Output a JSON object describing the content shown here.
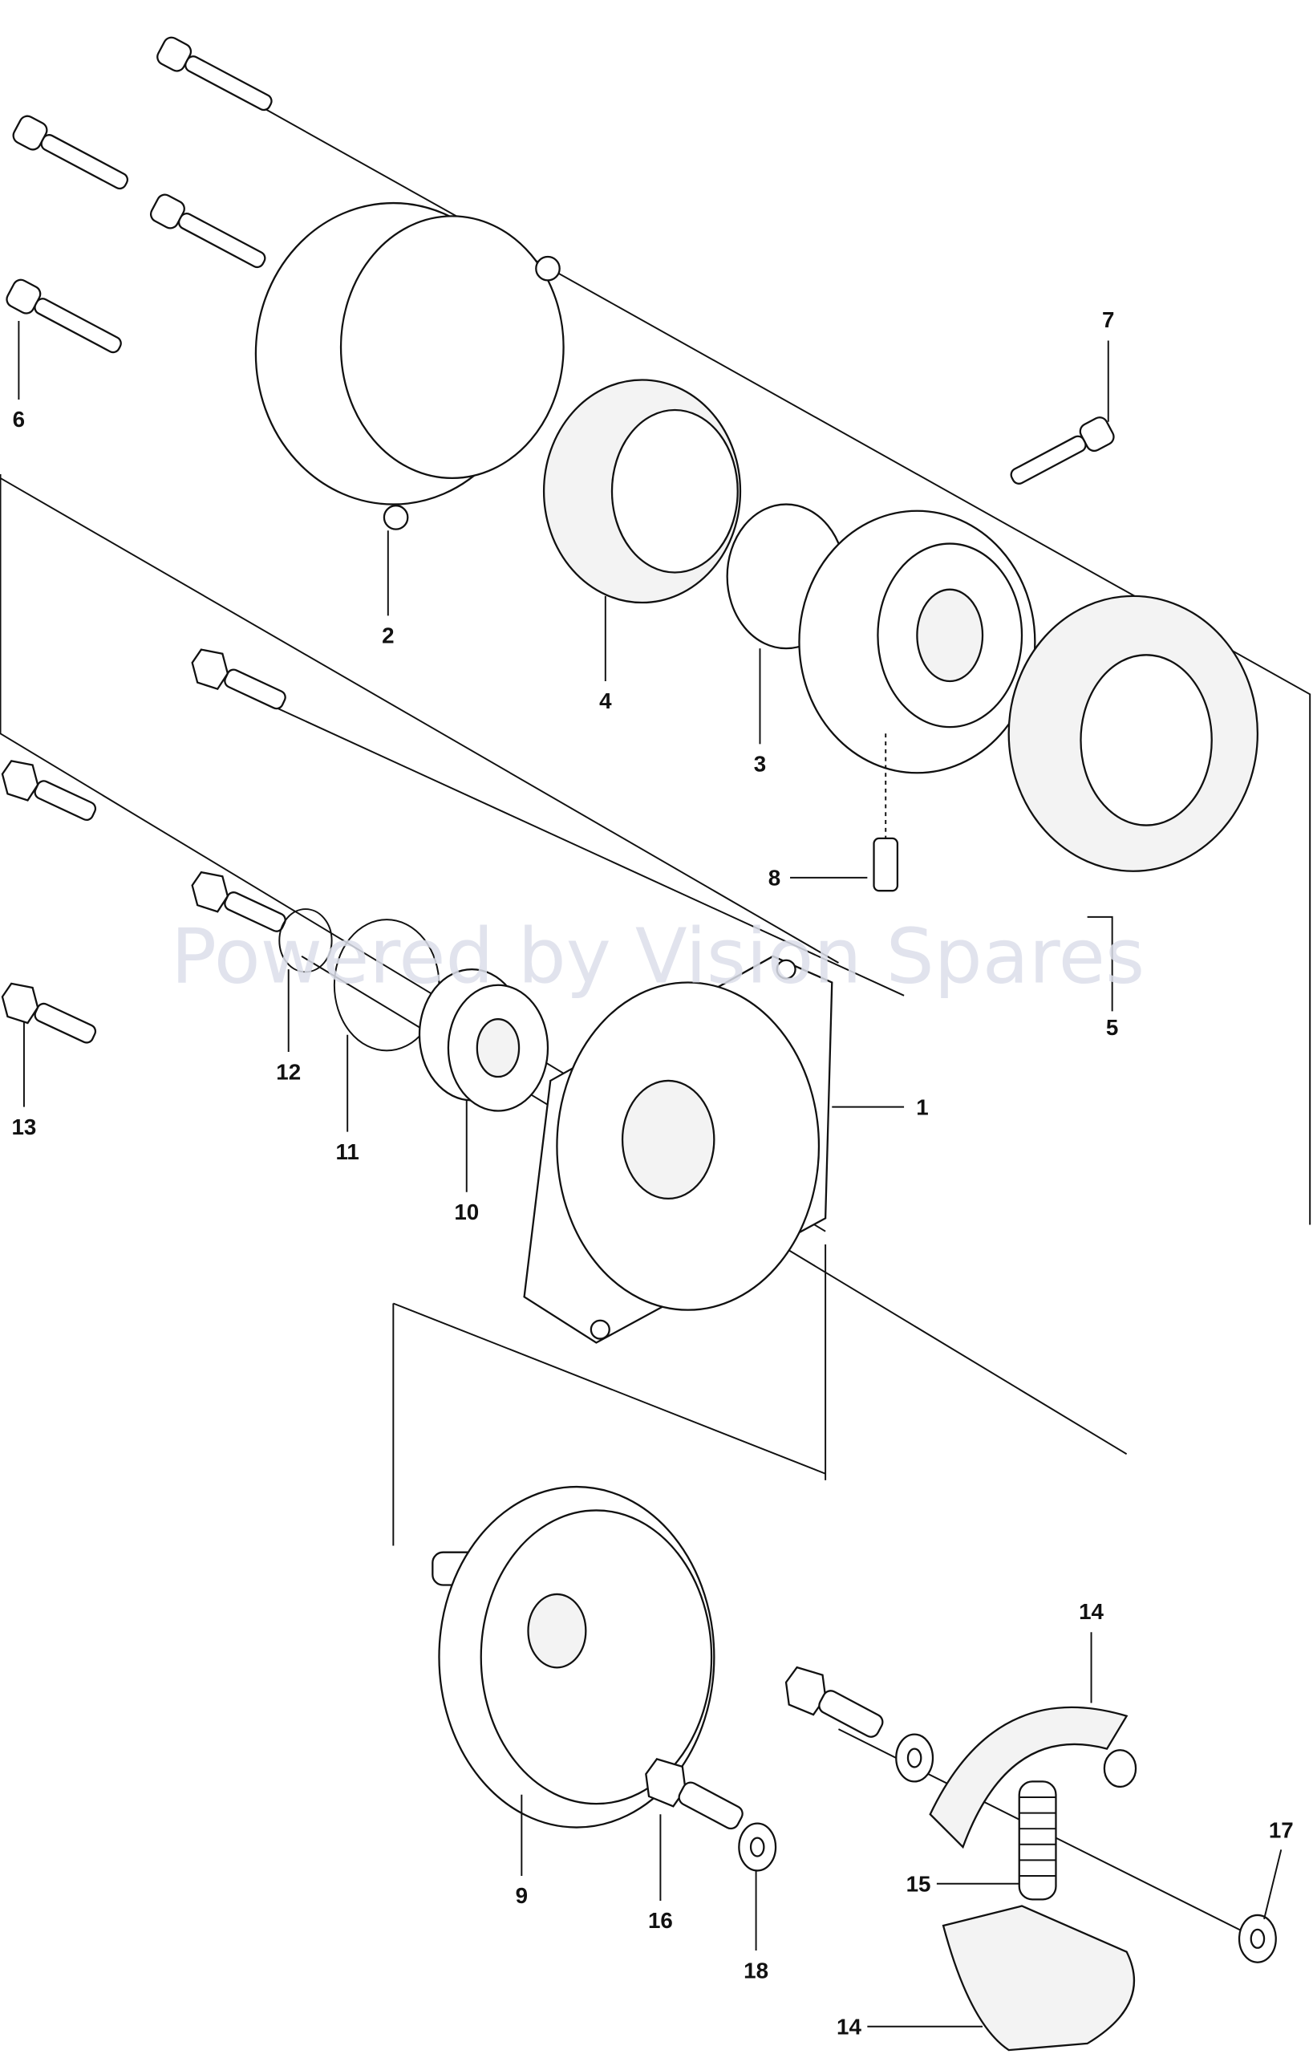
{
  "watermark": "Powered by Vision Spares",
  "labels": {
    "p1": "1",
    "p2": "2",
    "p3": "3",
    "p4": "4",
    "p5": "5",
    "p6": "6",
    "p7": "7",
    "p8": "8",
    "p9": "9",
    "p10": "10",
    "p11": "11",
    "p12": "12",
    "p13": "13",
    "p14a": "14",
    "p14b": "14",
    "p15": "15",
    "p16": "16",
    "p17": "17",
    "p18": "18"
  }
}
